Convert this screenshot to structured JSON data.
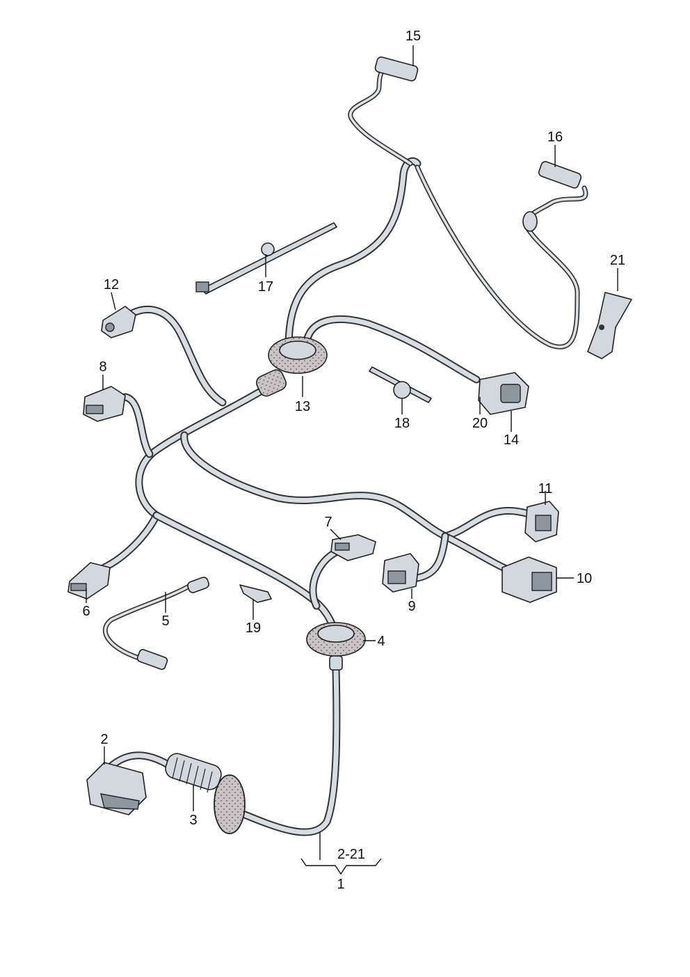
{
  "callouts": [
    {
      "id": "1",
      "text": "1"
    },
    {
      "id": "2",
      "text": "2"
    },
    {
      "id": "3",
      "text": "3"
    },
    {
      "id": "4",
      "text": "4"
    },
    {
      "id": "5",
      "text": "5"
    },
    {
      "id": "6",
      "text": "6"
    },
    {
      "id": "7",
      "text": "7"
    },
    {
      "id": "8",
      "text": "8"
    },
    {
      "id": "9",
      "text": "9"
    },
    {
      "id": "10",
      "text": "10"
    },
    {
      "id": "11",
      "text": "11"
    },
    {
      "id": "12",
      "text": "12"
    },
    {
      "id": "13",
      "text": "13"
    },
    {
      "id": "14",
      "text": "14"
    },
    {
      "id": "15",
      "text": "15"
    },
    {
      "id": "16",
      "text": "16"
    },
    {
      "id": "17",
      "text": "17"
    },
    {
      "id": "18",
      "text": "18"
    },
    {
      "id": "19",
      "text": "19"
    },
    {
      "id": "20",
      "text": "20"
    },
    {
      "id": "21",
      "text": "21"
    },
    {
      "id": "range",
      "text": "2-21"
    }
  ]
}
